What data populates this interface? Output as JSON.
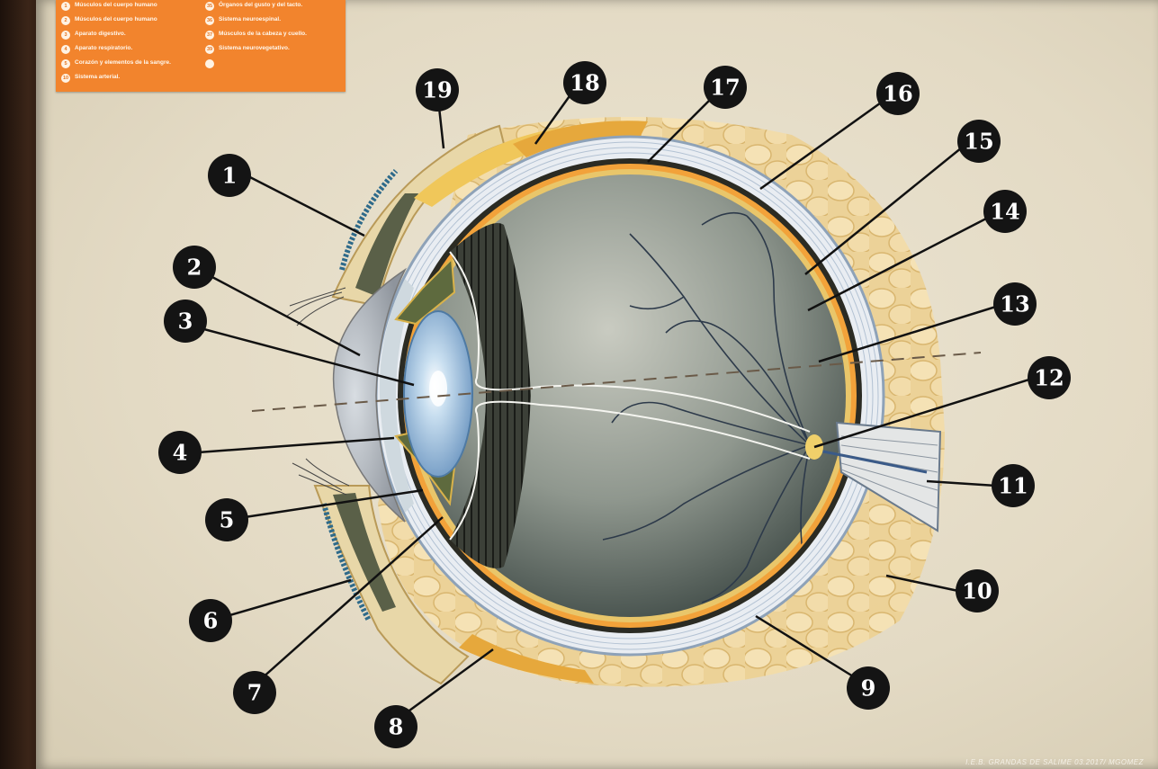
{
  "legend": {
    "items": [
      {
        "num": "1",
        "text": "Músculos del cuerpo humano"
      },
      {
        "num": "2",
        "text": "Músculos del cuerpo humano"
      },
      {
        "num": "3",
        "text": "Aparato digestivo."
      },
      {
        "num": "4",
        "text": "Aparato respiratorio."
      },
      {
        "num": "5",
        "text": "Corazón y elementos de la sangre."
      },
      {
        "num": "10",
        "text": "Sistema arterial."
      },
      {
        "num": "35",
        "text": "Órganos del gusto y del tacto."
      },
      {
        "num": "36",
        "text": "Sistema neuroespinal."
      },
      {
        "num": "37",
        "text": "Músculos de la cabeza y cuello."
      },
      {
        "num": "39",
        "text": "Sistema neurovegetativo."
      },
      {
        "num": "",
        "text": ""
      }
    ]
  },
  "labels": [
    "1",
    "2",
    "3",
    "4",
    "5",
    "6",
    "7",
    "8",
    "9",
    "10",
    "11",
    "12",
    "13",
    "14",
    "15",
    "16",
    "17",
    "18",
    "19"
  ],
  "credit": "I.E.B. GRANDAS DE SALIME 03.2017/ MGOMEZ",
  "colors": {
    "legend_bg": "#f2842d",
    "sclera": "#e9edf2",
    "choroid": "#2b2b23",
    "retina": "#f2a23a",
    "vitreous": "#7f8a82",
    "lens": "#a9c8e2",
    "fat": "#f0d79d",
    "badge": "#141414"
  }
}
